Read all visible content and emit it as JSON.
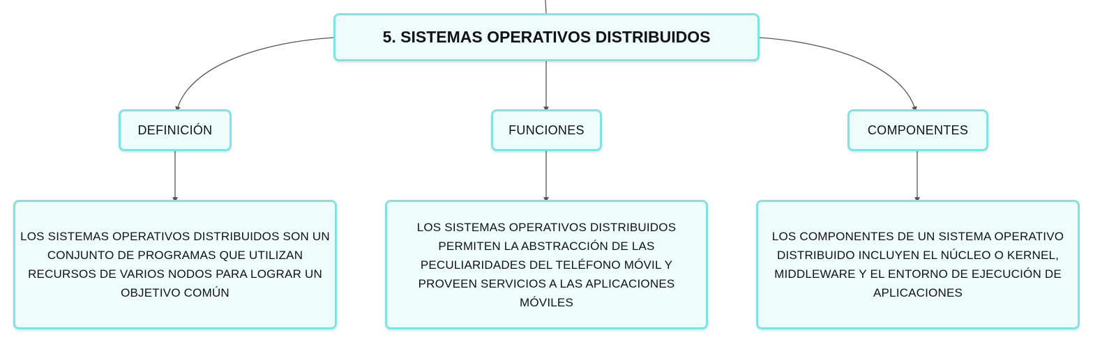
{
  "diagram": {
    "root": {
      "label": "5. SISTEMAS OPERATIVOS DISTRIBUIDOS"
    },
    "branches": [
      {
        "label": "DEFINICIÓN",
        "detail": "LOS SISTEMAS OPERATIVOS DISTRIBUIDOS SON UN CONJUNTO DE PROGRAMAS QUE UTILIZAN RECURSOS DE VARIOS NODOS PARA LOGRAR UN OBJETIVO COMÚN"
      },
      {
        "label": "FUNCIONES",
        "detail": "LOS SISTEMAS OPERATIVOS DISTRIBUIDOS PERMITEN LA ABSTRACCIÓN DE LAS PECULIARIDADES DEL TELÉFONO MÓVIL Y PROVEEN SERVICIOS A LAS APLICACIONES MÓVILES"
      },
      {
        "label": "COMPONENTES",
        "detail": "LOS COMPONENTES DE UN SISTEMA OPERATIVO DISTRIBUIDO INCLUYEN EL NÚCLEO O KERNEL, MIDDLEWARE Y EL ENTORNO DE EJECUCIÓN DE APLICACIONES"
      }
    ],
    "colors": {
      "node_fill": "#effcfc",
      "node_border": "#7ee3e6",
      "connector": "#555555",
      "text": "#111111"
    }
  }
}
